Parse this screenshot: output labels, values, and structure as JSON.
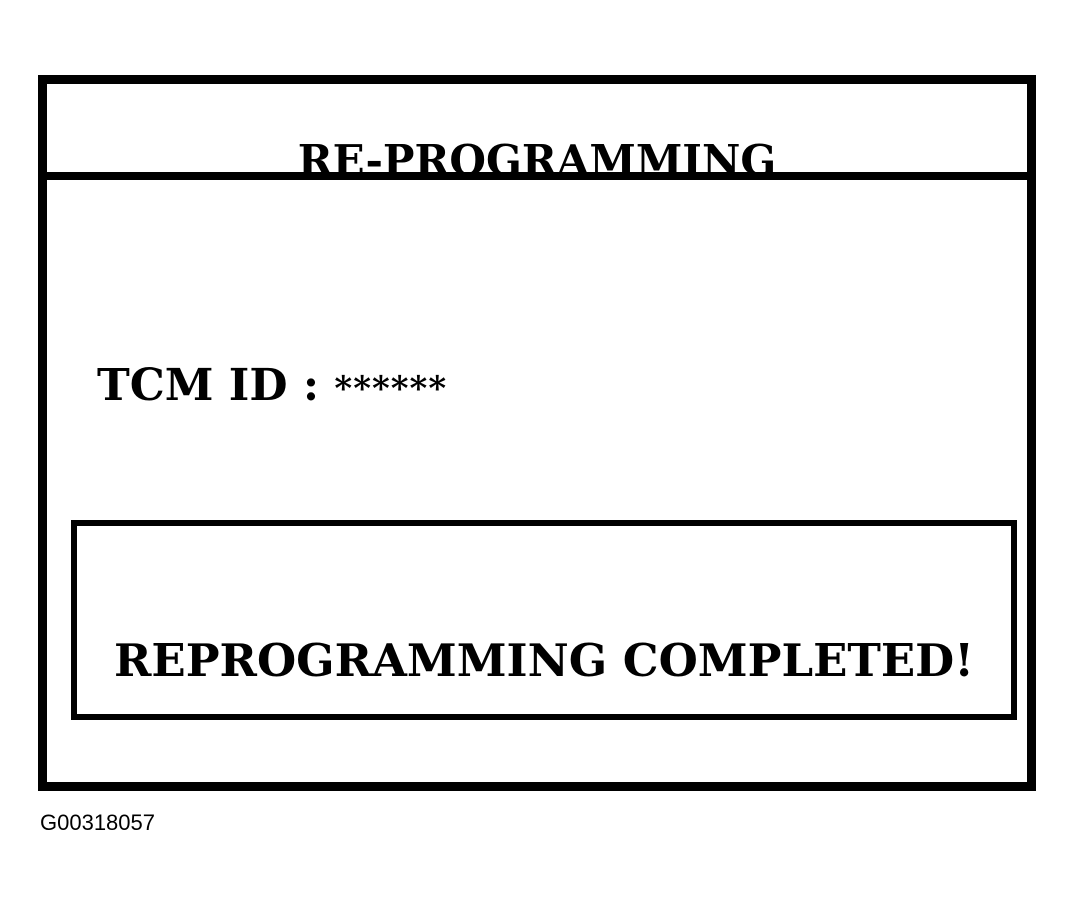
{
  "screen": {
    "title": "RE-PROGRAMMING",
    "tcm_label": "TCM ID :",
    "tcm_value": "******",
    "message": "REPROGRAMMING COMPLETED!"
  },
  "figure": {
    "id": "G00318057"
  },
  "colors": {
    "border": "#000000",
    "background": "#ffffff",
    "text": "#000000"
  }
}
